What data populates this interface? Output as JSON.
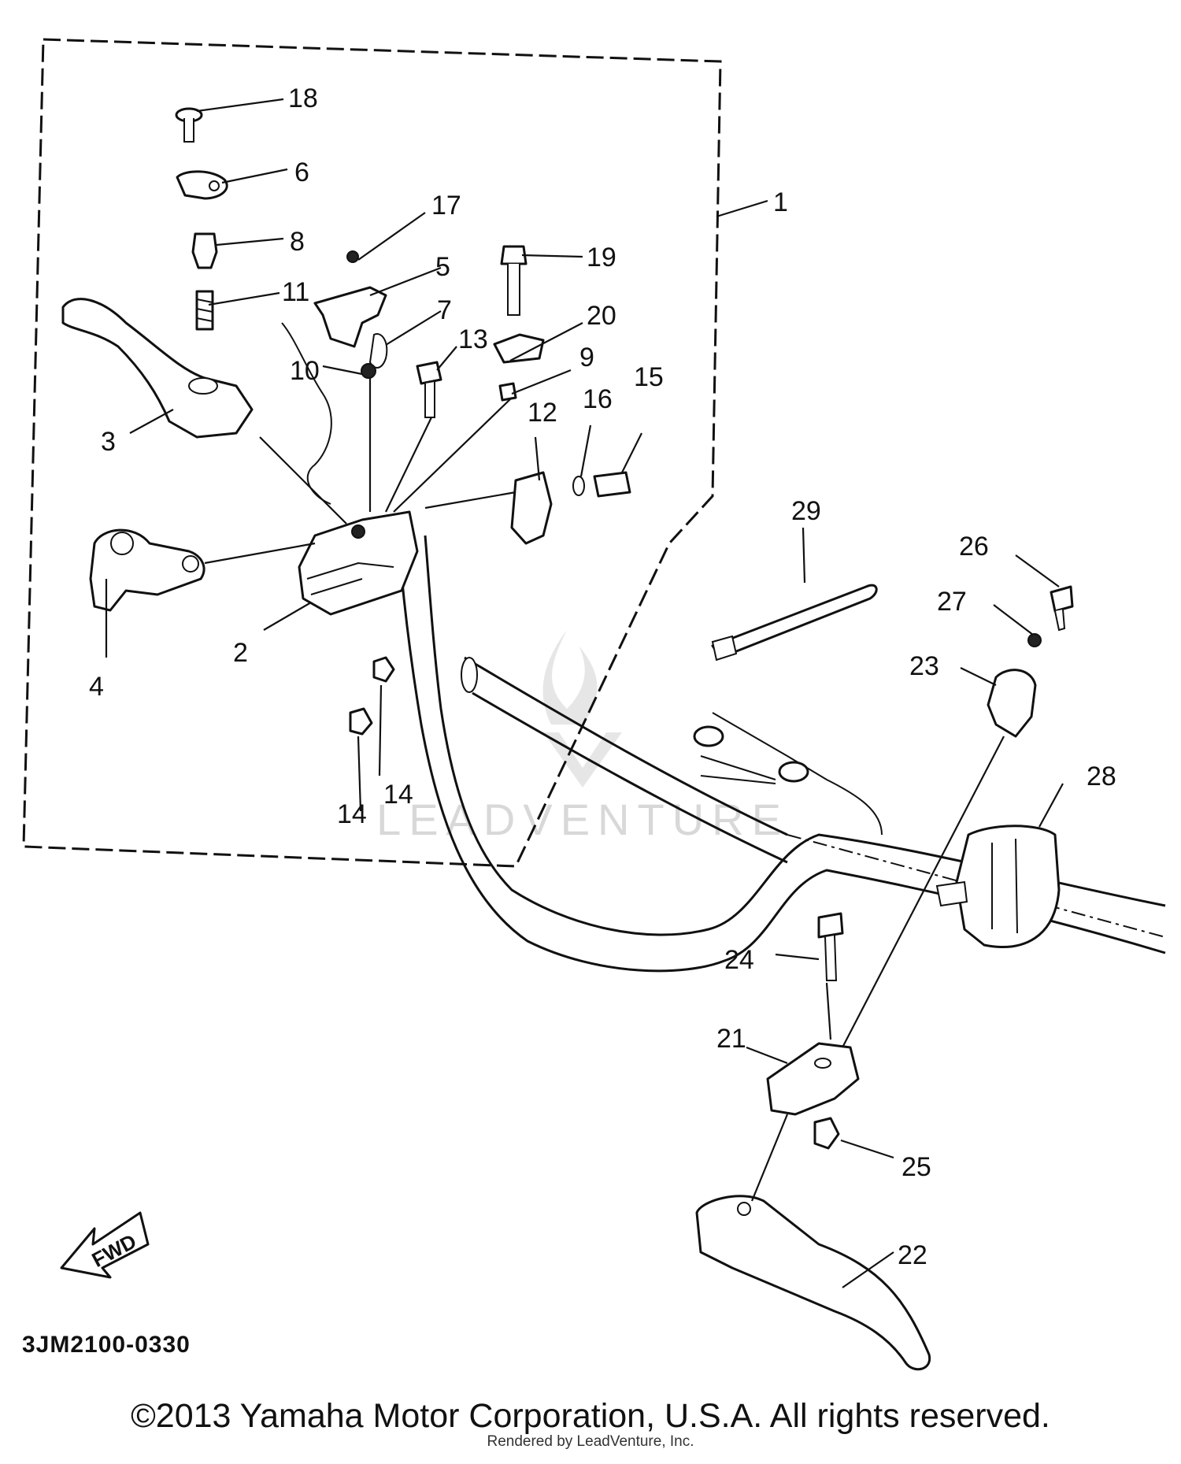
{
  "diagram": {
    "diagram_code": "3JM2100-0330",
    "fwd_label": "FWD",
    "watermark_text": "LEADVENTURE",
    "part_numbers": [
      "1",
      "2",
      "3",
      "4",
      "5",
      "6",
      "7",
      "8",
      "9",
      "10",
      "11",
      "12",
      "13",
      "14",
      "14",
      "15",
      "16",
      "17",
      "18",
      "19",
      "20",
      "21",
      "22",
      "23",
      "24",
      "25",
      "26",
      "27",
      "28",
      "29"
    ]
  },
  "footer": {
    "copyright": "©2013 Yamaha Motor Corporation, U.S.A. All rights reserved.",
    "render_credit": "Rendered by LeadVenture, Inc."
  }
}
